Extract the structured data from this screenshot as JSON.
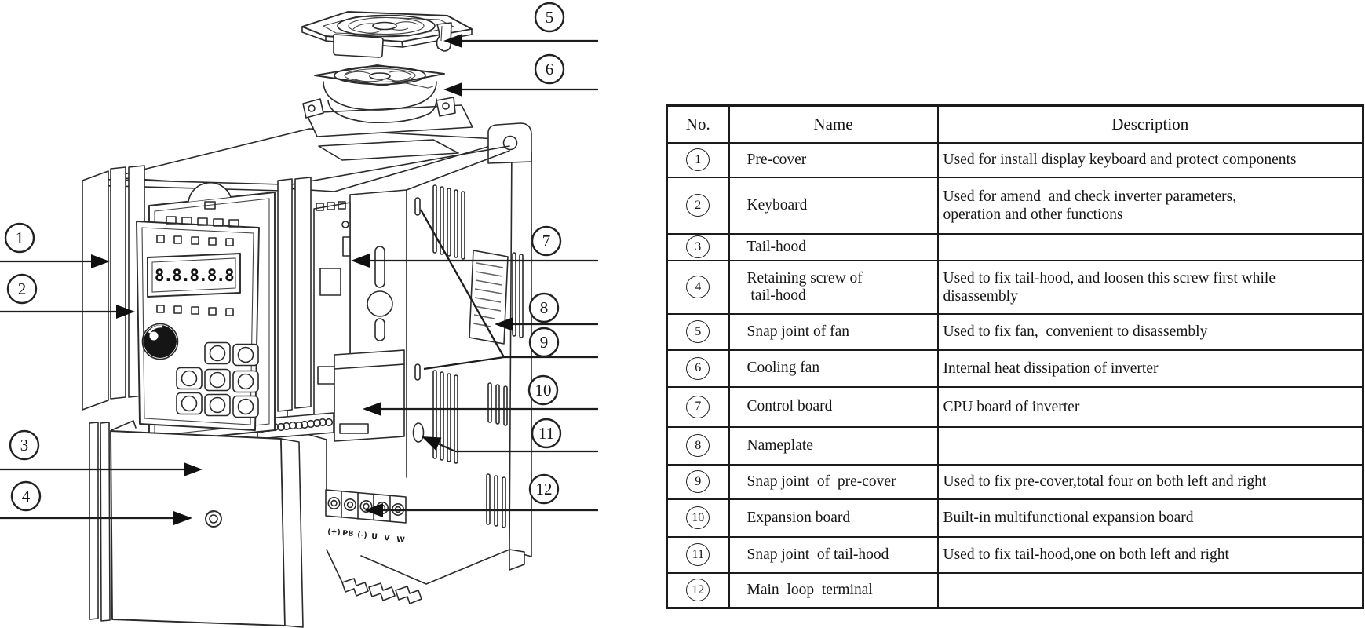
{
  "figure": {
    "callouts": [
      "1",
      "2",
      "3",
      "4",
      "5",
      "6",
      "7",
      "8",
      "9",
      "10",
      "11",
      "12"
    ],
    "display_text": "8.8.8.8.8",
    "terminal_labels": [
      "(+)",
      "PB",
      "(-)",
      "U",
      "V",
      "W"
    ]
  },
  "table": {
    "headers": {
      "no": "No.",
      "name": "Name",
      "description": "Description"
    },
    "rows": [
      {
        "no": "1",
        "name": "Pre-cover",
        "description": "Used for install display keyboard and protect components"
      },
      {
        "no": "2",
        "name": "Keyboard",
        "description": "Used for amend  and check inverter parameters,\noperation and other functions"
      },
      {
        "no": "3",
        "name": "Tail-hood",
        "description": ""
      },
      {
        "no": "4",
        "name": "Retaining screw of\n tail-hood",
        "description": "Used to fix tail-hood, and loosen this screw first while\ndisassembly"
      },
      {
        "no": "5",
        "name": "Snap joint of fan",
        "description": "Used to fix fan,  convenient to disassembly"
      },
      {
        "no": "6",
        "name": "Cooling fan",
        "description": "Internal heat dissipation of inverter"
      },
      {
        "no": "7",
        "name": "Control board",
        "description": "CPU board of inverter"
      },
      {
        "no": "8",
        "name": "Nameplate",
        "description": ""
      },
      {
        "no": "9",
        "name": "Snap joint  of  pre-cover",
        "description": "Used to fix pre-cover,total four on both left and right"
      },
      {
        "no": "10",
        "name": "Expansion board",
        "description": "Built-in multifunctional expansion board"
      },
      {
        "no": "11",
        "name": "Snap joint  of tail-hood",
        "description": "Used to fix tail-hood,one on both left and right"
      },
      {
        "no": "12",
        "name": "Main  loop  terminal",
        "description": ""
      }
    ]
  }
}
